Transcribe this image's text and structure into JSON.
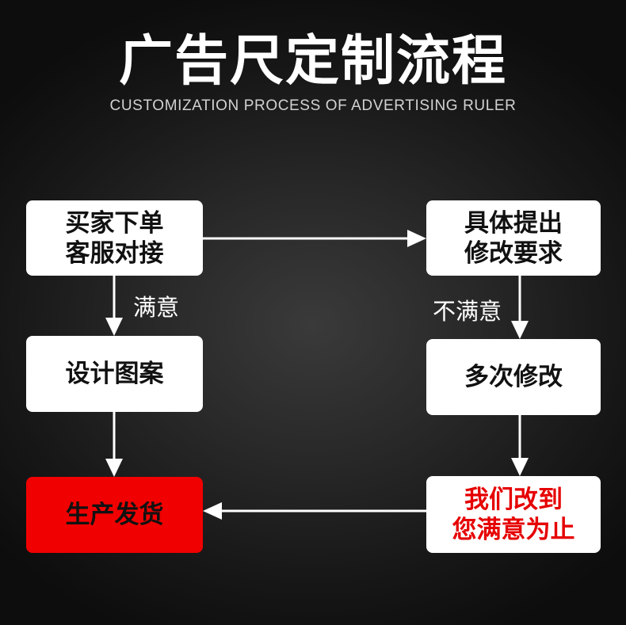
{
  "header": {
    "title": "广告尺定制流程",
    "subtitle": "CUSTOMIZATION PROCESS OF ADVERTISING RULER"
  },
  "steps": {
    "order": {
      "line1": "买家下单",
      "line2": "客服对接"
    },
    "request": {
      "line1": "具体提出",
      "line2": "修改要求"
    },
    "design": {
      "line1": "设计图案"
    },
    "revise": {
      "line1": "多次修改"
    },
    "produce": {
      "line1": "生产发货"
    },
    "satisfied": {
      "line1": "我们改到",
      "line2": "您满意为止"
    }
  },
  "labels": {
    "satisfied": "满意",
    "unsatisfied": "不满意"
  },
  "colors": {
    "background": "#1e1e1e",
    "box": "#ffffff",
    "highlight_fill": "#f00000",
    "highlight_text": "#e60000",
    "arrow": "#ffffff"
  }
}
